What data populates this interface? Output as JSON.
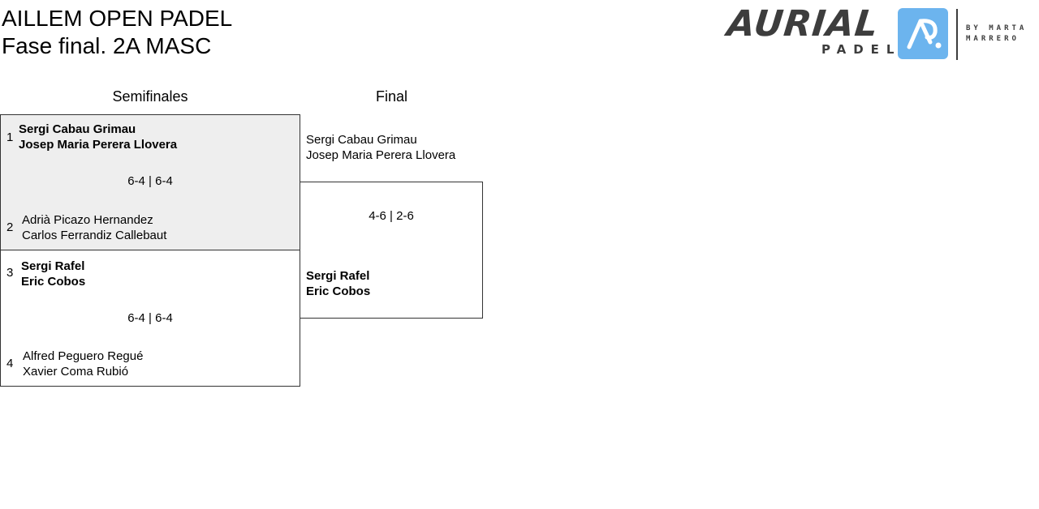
{
  "header": {
    "title": "AILLEM OPEN PADEL",
    "subtitle": "Fase final. 2A MASC"
  },
  "logo": {
    "brand": "AURIAL",
    "sub": "PADEL",
    "by_line1": "BY MARTA",
    "by_line2": "MARRERO",
    "colors": {
      "dark": "#3d3d3d",
      "blue": "#6cb4ee"
    }
  },
  "rounds": {
    "semis": "Semifinales",
    "final": "Final"
  },
  "semis": [
    {
      "score": "6-4 | 6-4",
      "teams": [
        {
          "seed": "1",
          "p1": "Sergi Cabau Grimau",
          "p2": "Josep Maria Perera Llovera"
        },
        {
          "seed": "2",
          "p1": "Adrià Picazo Hernandez",
          "p2": "Carlos Ferrandiz Callebaut"
        }
      ]
    },
    {
      "score": "6-4 | 6-4",
      "teams": [
        {
          "seed": "3",
          "p1": "Sergi Rafel",
          "p2": "Eric Cobos"
        },
        {
          "seed": "4",
          "p1": "Alfred Peguero Regué",
          "p2": "Xavier Coma Rubió"
        }
      ]
    }
  ],
  "final": {
    "score": "4-6 | 2-6",
    "teams": [
      {
        "p1": "Sergi Cabau Grimau",
        "p2": "Josep Maria Perera Llovera"
      },
      {
        "p1": "Sergi Rafel",
        "p2": "Eric Cobos"
      }
    ]
  }
}
